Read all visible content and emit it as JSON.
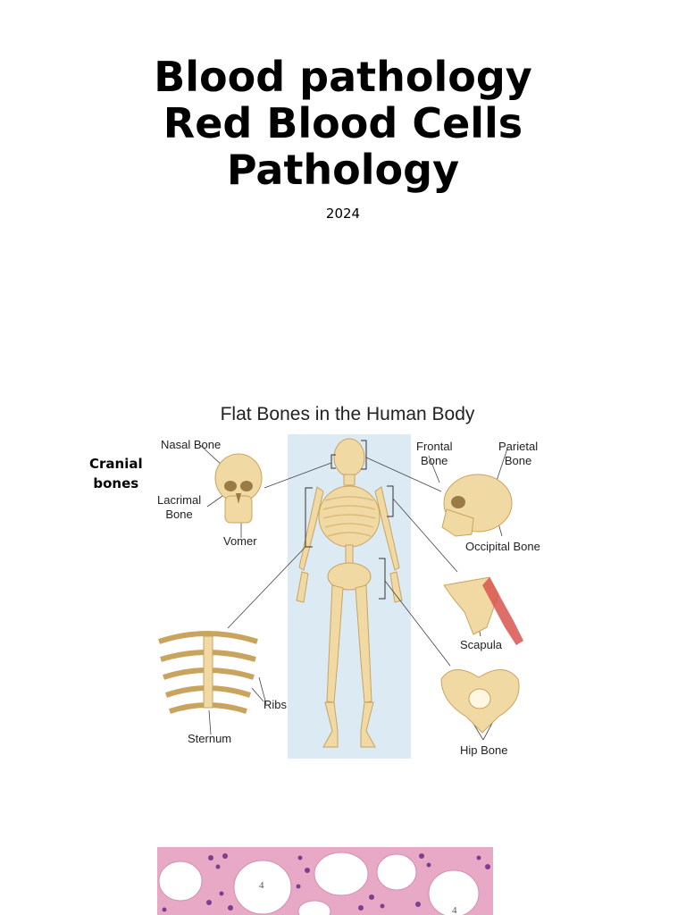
{
  "slide": {
    "title_lines": [
      "Blood pathology",
      "Red Blood Cells",
      "Pathology"
    ],
    "year": "2024"
  },
  "figure": {
    "title": "Flat Bones in the Human Body",
    "group_label_line1": "Cranial",
    "group_label_line2": "bones",
    "labels": {
      "nasal": "Nasal Bone",
      "lacrimal_1": "Lacrimal",
      "lacrimal_2": "Bone",
      "vomer": "Vomer",
      "frontal_1": "Frontal",
      "frontal_2": "Bone",
      "parietal_1": "Parietal",
      "parietal_2": "Bone",
      "occipital": "Occipital Bone",
      "scapula": "Scapula",
      "ribs": "Ribs",
      "sternum": "Sternum",
      "hip": "Hip Bone"
    },
    "colors": {
      "bone": "#f1d9a4",
      "bone_outline": "#c9a45e",
      "panel": "#dceaf3",
      "muscle": "#d9534f"
    }
  },
  "micrograph": {
    "labels": [
      "4",
      "4"
    ],
    "colors": {
      "tissue": "#e7a9c6",
      "nuclei": "#7b3f8f",
      "fat": "#ffffff"
    }
  }
}
